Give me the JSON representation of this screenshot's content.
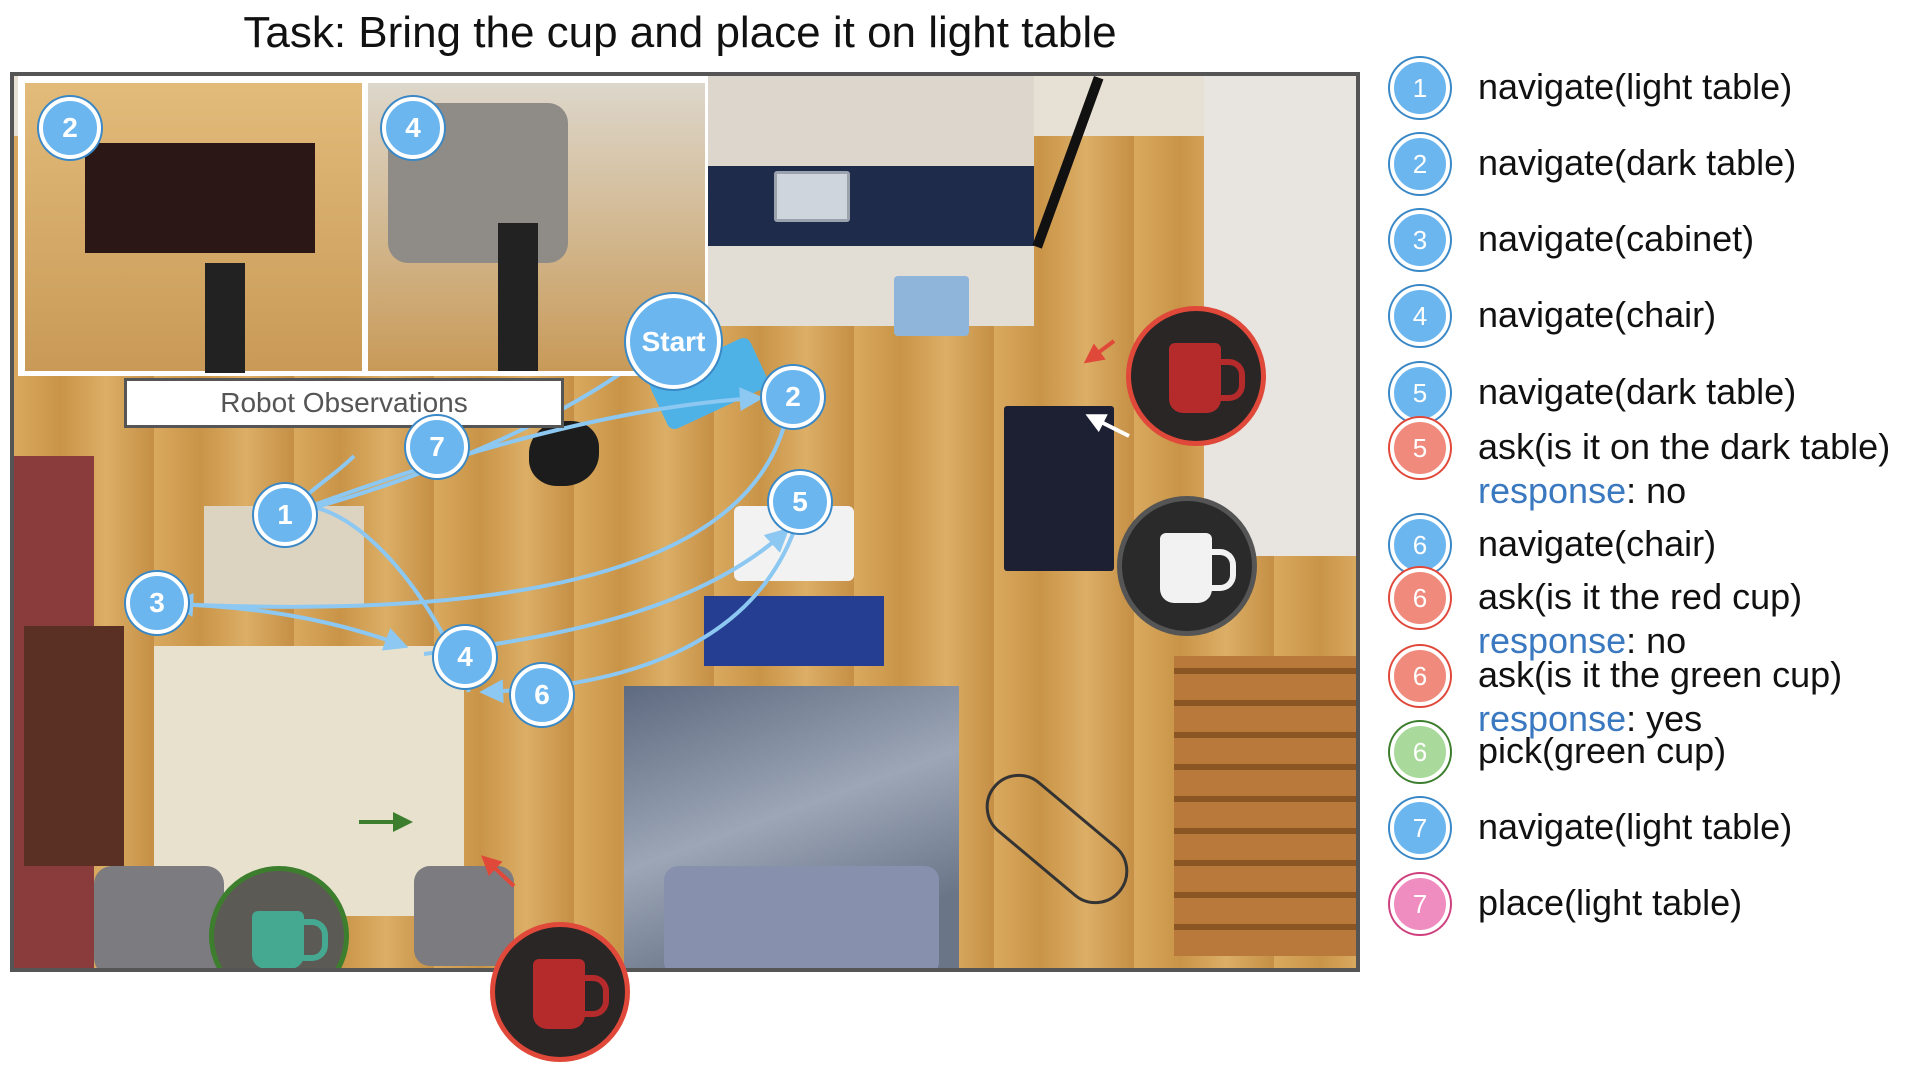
{
  "title": "Task: Bring the cup and place it on light table",
  "observations": {
    "caption": "Robot Observations",
    "image_markers": [
      "2",
      "4"
    ]
  },
  "scene": {
    "start_label": "Start",
    "markers": [
      "1",
      "2",
      "3",
      "4",
      "5",
      "6",
      "7"
    ]
  },
  "colors": {
    "navigate": "#6cb6ef",
    "ask": "#f08a7c",
    "pick": "#a9d99b",
    "place": "#ef8cc0",
    "path": "#8cc8f2",
    "response_key": "#3a78c0"
  },
  "legend": [
    {
      "num": "1",
      "kind": "navigate",
      "text": "navigate(light table)"
    },
    {
      "num": "2",
      "kind": "navigate",
      "text": "navigate(dark table)"
    },
    {
      "num": "3",
      "kind": "navigate",
      "text": "navigate(cabinet)"
    },
    {
      "num": "4",
      "kind": "navigate",
      "text": "navigate(chair)"
    },
    {
      "num": "5",
      "kind": "navigate",
      "text": "navigate(dark table)"
    },
    {
      "num": "5",
      "kind": "ask",
      "text": "ask(is it on the dark table)",
      "response_key": "response",
      "response_value": ": no"
    },
    {
      "num": "6",
      "kind": "navigate",
      "text": "navigate(chair)"
    },
    {
      "num": "6",
      "kind": "ask",
      "text": "ask(is it the red cup)",
      "response_key": "response",
      "response_value": ": no"
    },
    {
      "num": "6",
      "kind": "ask",
      "text": "ask(is it the green cup)",
      "response_key": "response",
      "response_value": ": yes"
    },
    {
      "num": "6",
      "kind": "pick",
      "text": "pick(green cup)"
    },
    {
      "num": "7",
      "kind": "navigate",
      "text": "navigate(light table)"
    },
    {
      "num": "7",
      "kind": "place",
      "text": "place(light table)"
    }
  ]
}
